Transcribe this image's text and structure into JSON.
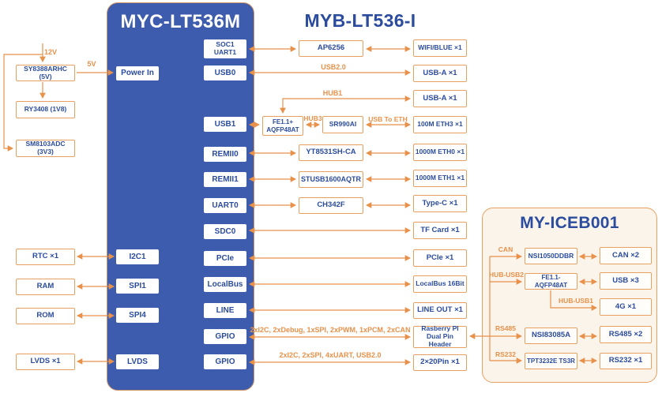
{
  "colors": {
    "som_background": "#3d5cad",
    "text_blue": "#2b4c9e",
    "line_orange": "#e8914a",
    "panel_background": "#faf4ea"
  },
  "som": {
    "title": "MYC-LT536M",
    "ports_left": {
      "power_in": "Power In",
      "i2c1": "I2C1",
      "spi1": "SPI1",
      "spi4": "SPI4",
      "lvds": "LVDS"
    },
    "ports_right": {
      "soc1_uart1": "SOC1\nUART1",
      "usb0": "USB0",
      "usb1": "USB1",
      "remii0": "REMII0",
      "remii1": "REMII1",
      "uart0": "UART0",
      "sdc0": "SDC0",
      "pcie": "PCIe",
      "localbus": "LocalBus",
      "line": "LINE",
      "gpio_a": "GPIO",
      "gpio_b": "GPIO"
    }
  },
  "power": {
    "labels": {
      "v12": "12V",
      "v5": "5V"
    },
    "regulators": {
      "sy8388": "SY8388ARHC (5V)",
      "ry3408": "RY3408 (1V8)",
      "sm8103": "SM8103ADC (3V3)"
    }
  },
  "peripherals_left": {
    "rtc": "RTC ×1",
    "ram": "RAM",
    "rom": "ROM",
    "lvds": "LVDS ×1"
  },
  "baseboard": {
    "title": "MYB-LT536-I",
    "chips": {
      "ap6256": "AP6256",
      "fe11": "FE1.1+\nAQFP48AT",
      "sr990ai": "SR990AI",
      "yt8531": "YT8531SH-CA",
      "stusb1600": "STUSB1600AQTR",
      "ch342f": "CH342F"
    },
    "bus_labels": {
      "usb20": "USB2.0",
      "hub1": "HUB1",
      "hub3": "HUB3",
      "usb_to_eth": "USB To ETH",
      "gpio_a": "2xI2C, 2xDebug, 1xSPI, 2xPWM, 1xPCM, 2xCAN",
      "gpio_b": "2xI2C, 2xSPI, 4xUART, USB2.0"
    },
    "connectors": {
      "wifi": "WIFI/BLUE ×1",
      "usba_1": "USB-A ×1",
      "usba_2": "USB-A ×1",
      "eth3": "100M ETH3 ×1",
      "eth0": "1000M ETH0 ×1",
      "eth1": "1000M ETH1 ×1",
      "typec": "Type-C ×1",
      "tfcard": "TF Card ×1",
      "pcie": "PCIe ×1",
      "localbus16": "LocalBus 16Bit",
      "lineout": "LINE OUT ×1",
      "raspi": "Rasberry PI\nDual Pin Header",
      "pin2x20": "2×20Pin ×1"
    }
  },
  "expansion": {
    "title": "MY-ICEB001",
    "bus_labels": {
      "can": "CAN",
      "hub_usb2": "HUB-USB2",
      "hub_usb1": "HUB-USB1",
      "rs485": "RS485",
      "rs232": "RS232"
    },
    "chips": {
      "nsi1050": "NSI1050DDBR",
      "fe11": "FE1.1-AQFP48AT",
      "nsi83085": "NSI83085A",
      "tpt3232": "TPT3232E TS3R"
    },
    "connectors": {
      "can": "CAN ×2",
      "usb": "USB ×3",
      "g4": "4G ×1",
      "rs485": "RS485 ×2",
      "rs232": "RS232 ×1"
    }
  }
}
